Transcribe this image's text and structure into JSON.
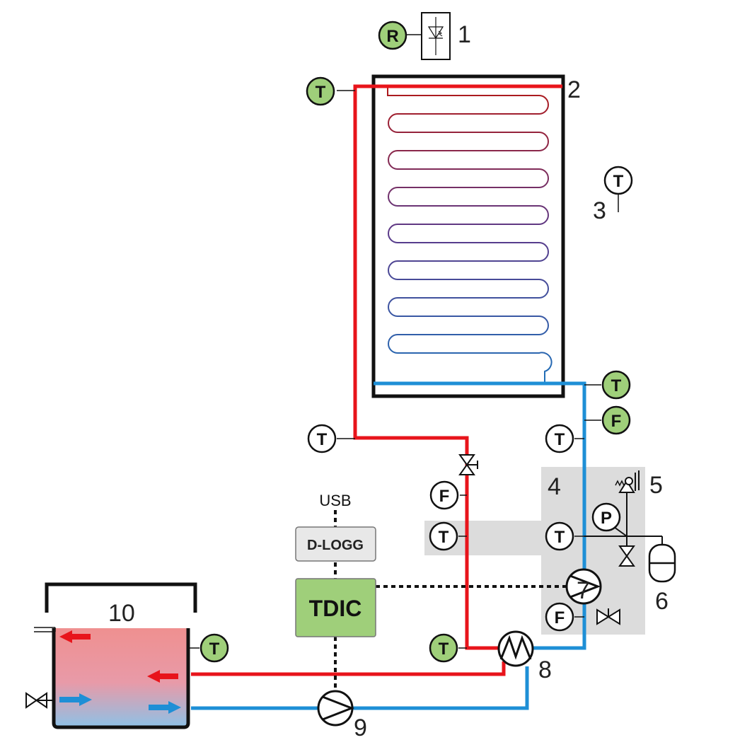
{
  "components": {
    "n1": "1",
    "n2": "2",
    "n3": "3",
    "n4": "4",
    "n5": "5",
    "n6": "6",
    "n7": "7",
    "n8": "8",
    "n9": "9",
    "n10": "10"
  },
  "labels": {
    "usb": "USB",
    "dlogg": "D-LOGG",
    "tdic": "TDIC"
  },
  "sensors": {
    "R": "R",
    "T": "T",
    "F": "F",
    "P": "P"
  },
  "colors": {
    "hot": "#e8141b",
    "cold": "#1e8fd6",
    "sensor_green": "#9fcf7a",
    "tdic_green": "#9fcf7a",
    "dlogg_grey": "#e8e8e8",
    "module_grey": "#dcdcdc",
    "tank_hot": "#ef8f8f",
    "tank_cold": "#8ec1e6"
  }
}
